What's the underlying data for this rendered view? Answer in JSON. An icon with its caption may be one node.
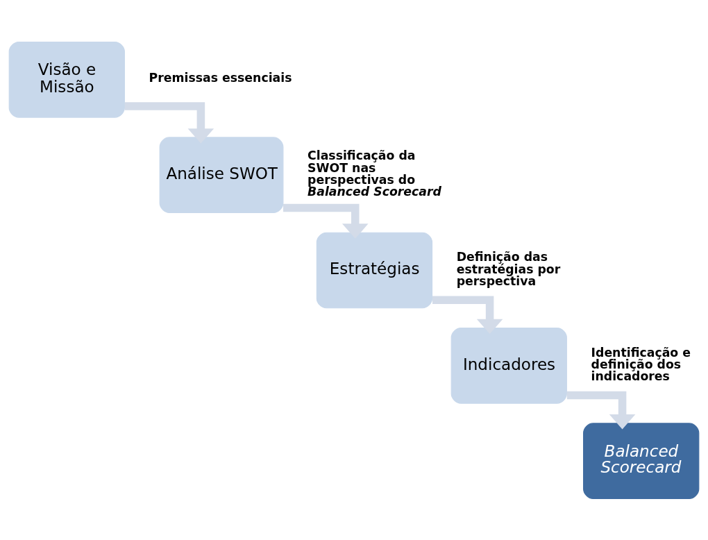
{
  "diagram": {
    "nodes": [
      {
        "text": [
          "Visão e Missão"
        ],
        "beside": [
          "Premissas essenciais"
        ]
      },
      {
        "text": [
          "Análise SWOT"
        ],
        "beside": [
          "Classificação da SWOT nas perspectivas do *Balanced Scorecard*"
        ]
      },
      {
        "text": [
          "Estratégias"
        ],
        "beside": [
          "Definição das estratégias por perspectiva"
        ]
      },
      {
        "text": [
          "Indicadores"
        ],
        "beside": [
          "Identificação e definição dos indicadores"
        ]
      },
      {
        "text": [
          "Balanced Scorecard"
        ]
      }
    ],
    "edges": [
      {
        "from": 0,
        "to": 1,
        "arrow": "to"
      },
      {
        "from": 1,
        "to": 2,
        "arrow": "to"
      },
      {
        "from": 2,
        "to": 3,
        "arrow": "to"
      },
      {
        "from": 3,
        "to": 4,
        "arrow": "to"
      }
    ]
  }
}
